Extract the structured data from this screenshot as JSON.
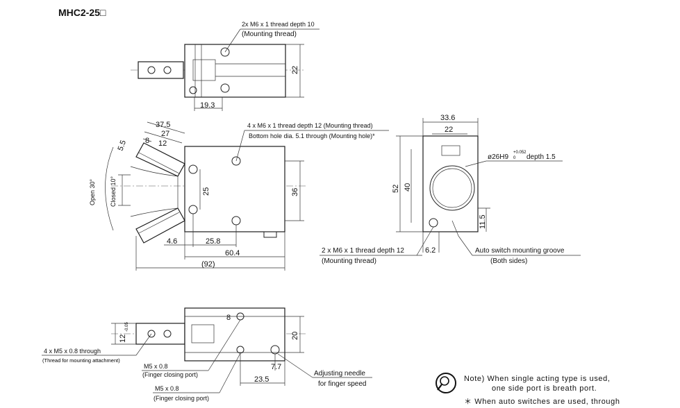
{
  "title": "MHC2-25□",
  "top_view": {
    "callout_line1": "2x M6 x 1 thread depth 10",
    "callout_line2": "(Mounting thread)",
    "dim_width": "22",
    "dim_offset": "19.3"
  },
  "side_view": {
    "callout_line1": "4 x M6 x 1 thread depth 12 (Mounting thread)",
    "callout_line2": "Bottom hole dia. 5.1 through (Mounting hole)*",
    "dim_375": "37.5",
    "dim_27": "27",
    "dim_8": "8",
    "dim_12": "12",
    "dim_55": "5.5",
    "dim_25": "25",
    "dim_36": "36",
    "dim_46": "4.6",
    "dim_258": "25.8",
    "dim_604": "60.4",
    "dim_92": "(92)",
    "open_label": "Open 30°",
    "closed_label": "Closed 10°"
  },
  "end_view": {
    "dim_336": "33.6",
    "dim_22": "22",
    "bore_prefix": "ø26H9",
    "bore_tol_upper": "+0.052",
    "bore_tol_lower": "0",
    "bore_suffix": "depth 1.5",
    "dim_52": "52",
    "dim_40": "40",
    "dim_115": "11.5",
    "dim_62": "6.2",
    "thread_line1": "2 x M6 x 1 thread depth 12",
    "thread_line2": "(Mounting thread)",
    "groove_line1": "Auto switch mounting groove",
    "groove_line2": "(Both sides)"
  },
  "bottom_view": {
    "dim_12": "12",
    "dim_12_tol": "-0.05",
    "dim_20": "20",
    "dim_77": "7.7",
    "dim_235": "23.5",
    "label_8": "8",
    "through_line1": "4 x M5 x 0.8 through",
    "through_line2": "(Thread for mounting attachment)",
    "m5a_line1": "M5 x 0.8",
    "m5a_line2": "(Finger closing port)",
    "m5b_line1": "M5 x 0.8",
    "m5b_line2": "(Finger closing port)",
    "needle_line1": "Adjusting needle",
    "needle_line2": "for finger speed"
  },
  "note": {
    "icon": "magnifier-icon",
    "line1": "Note) When single acting type is used,",
    "line2": "one side port is breath port.",
    "line3": "＊ When auto switches are used, through"
  }
}
